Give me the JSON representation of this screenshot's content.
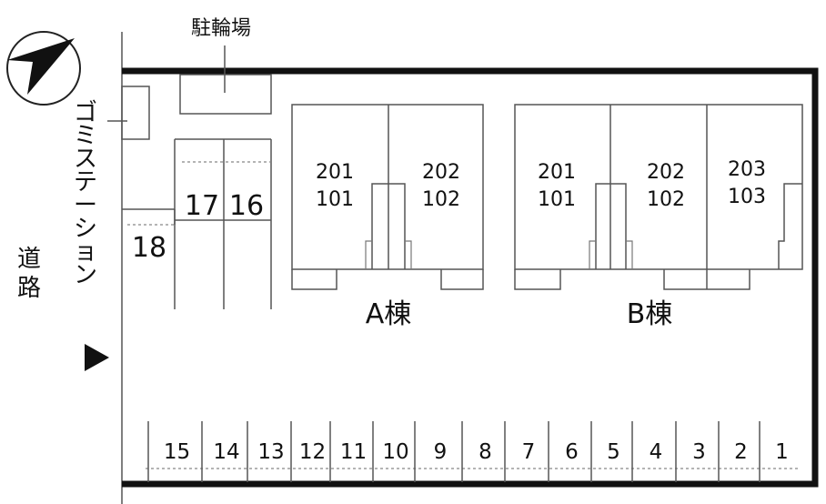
{
  "labels": {
    "bicycle_parking": "駐輪場",
    "garbage_station": "ゴミステーション",
    "road": "道路",
    "building_a": "A棟",
    "building_b": "B棟"
  },
  "building_a_units": [
    {
      "upper": "201",
      "lower": "101"
    },
    {
      "upper": "202",
      "lower": "102"
    }
  ],
  "building_b_units": [
    {
      "upper": "201",
      "lower": "101"
    },
    {
      "upper": "202",
      "lower": "102"
    },
    {
      "upper": "203",
      "lower": "103"
    }
  ],
  "upper_parking": [
    "17",
    "16",
    "18"
  ],
  "bottom_parking": [
    "15",
    "14",
    "13",
    "12",
    "11",
    "10",
    "9",
    "8",
    "7",
    "6",
    "5",
    "4",
    "3",
    "2",
    "1"
  ],
  "icons": {
    "compass": "north-arrow-icon",
    "entrance": "entrance-arrow-icon"
  }
}
